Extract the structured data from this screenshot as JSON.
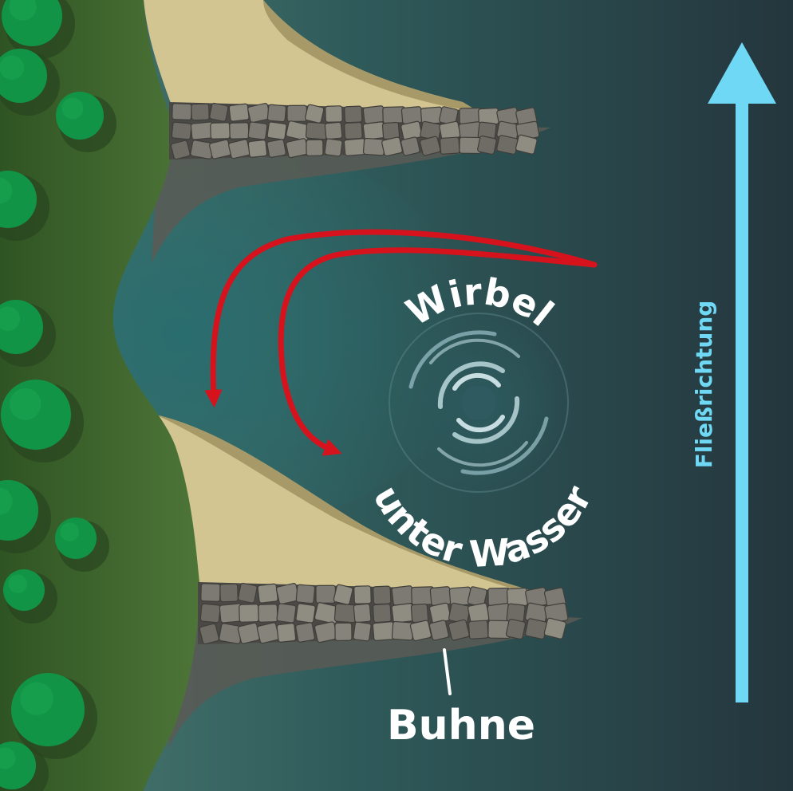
{
  "labels": {
    "vortex_top": "Wirbel",
    "vortex_bottom": "unter Wasser",
    "groyne": "Buhne",
    "flow_direction": "Fließrichtung"
  },
  "colors": {
    "water_deep": "#24363d",
    "water_shallow": "#3f6a66",
    "bank_green": "#4c7236",
    "bank_dark": "#2e4f24",
    "tree": "#129446",
    "sand": "#d2c592",
    "sand_edge": "#a79a68",
    "stone": "#7c7a72",
    "stone_dark": "#4a4945",
    "current_arrow": "#d6131c",
    "flow_arrow": "#6fd8f5",
    "label_text": "#ffffff"
  },
  "icons": {
    "vortex": "whirlpool-icon",
    "current": "curved-arrow-icon",
    "flow": "up-arrow-icon"
  }
}
